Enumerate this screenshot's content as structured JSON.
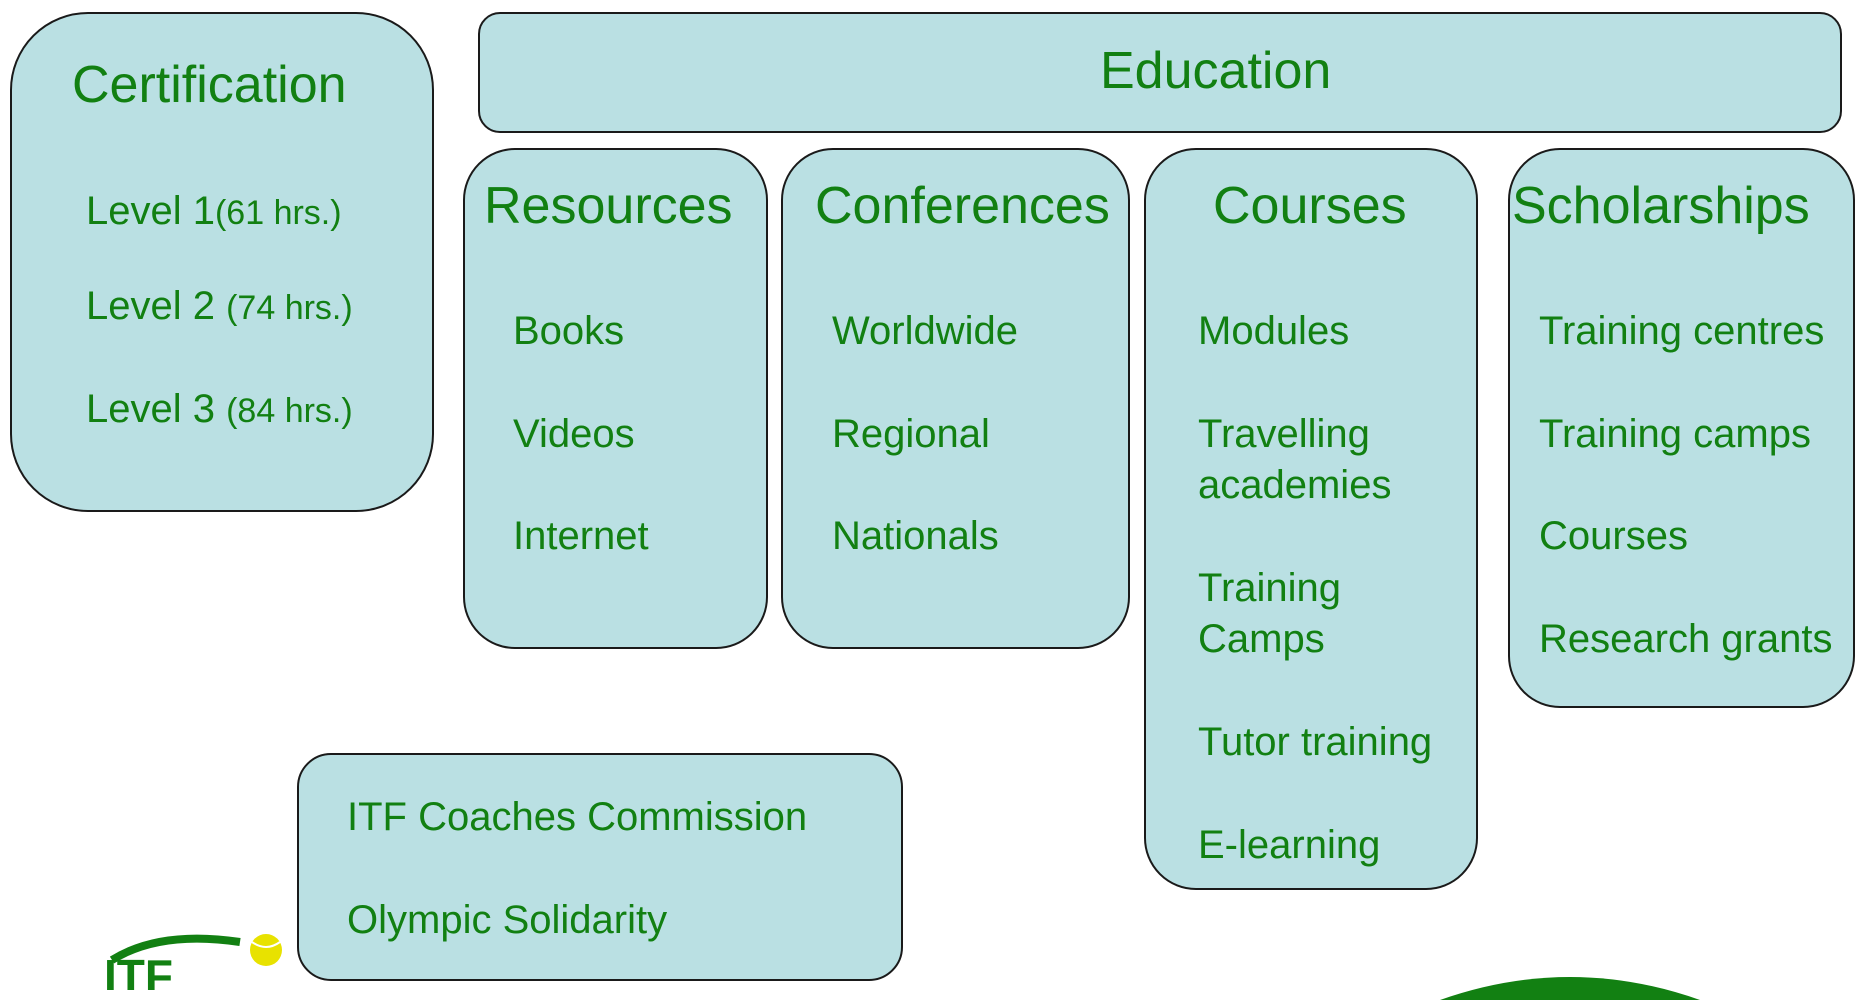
{
  "colors": {
    "box_fill": "#bae0e3",
    "box_border": "#1a1a1a",
    "text": "#128012"
  },
  "certification": {
    "title": "Certification",
    "levels": [
      {
        "label": "Level 1",
        "hours": "(61 hrs.)"
      },
      {
        "label": "Level 2 ",
        "hours": "(74 hrs.)"
      },
      {
        "label": "Level 3 ",
        "hours": "(84 hrs.)"
      }
    ]
  },
  "education": {
    "title": "Education"
  },
  "resources": {
    "title": "Resources",
    "items": [
      "Books",
      "Videos",
      "Internet"
    ]
  },
  "conferences": {
    "title": "Conferences",
    "items": [
      "Worldwide",
      "Regional",
      "Nationals"
    ]
  },
  "courses": {
    "title": "Courses",
    "items": [
      "Modules",
      "Travelling",
      "academies",
      "Training",
      "Camps",
      "Tutor training",
      "E-learning"
    ]
  },
  "scholarships": {
    "title": "Scholarships",
    "items": [
      "Training centres",
      "Training camps",
      "Courses",
      "Research grants"
    ]
  },
  "partners": {
    "items": [
      "ITF Coaches Commission",
      "Olympic Solidarity"
    ]
  },
  "logos": {
    "itf": "ITF",
    "itf_icon": "tennis-ball-icon",
    "right_icon": "green-arc-logo"
  }
}
